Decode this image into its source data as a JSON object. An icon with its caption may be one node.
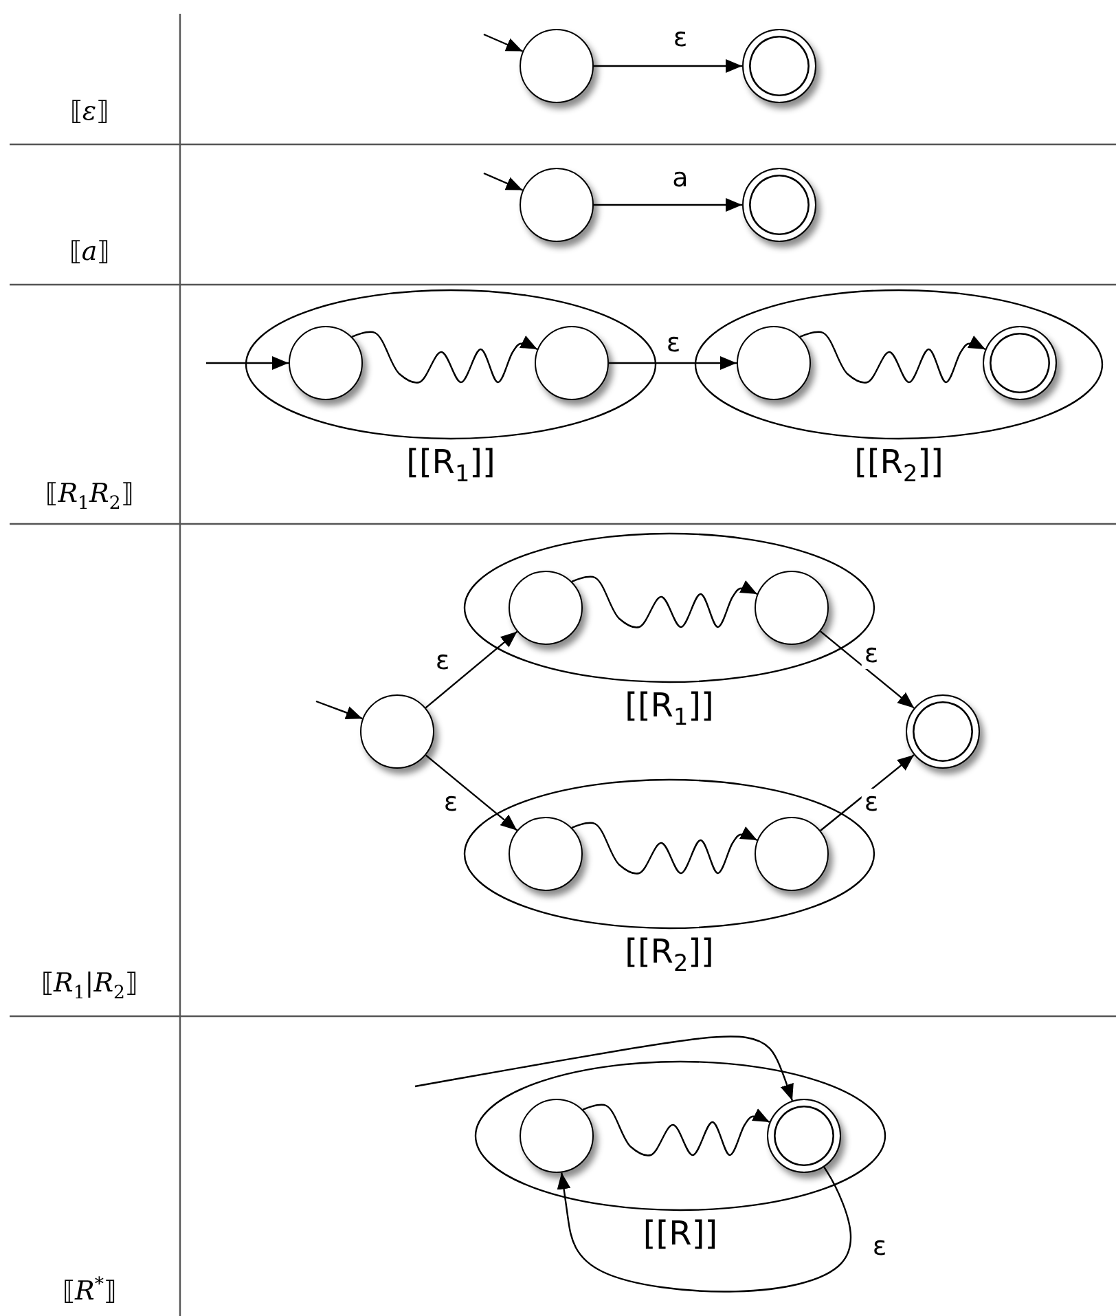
{
  "diagram": {
    "nodes": [
      {
        "text": [],
        "shape": "circle"
      },
      {
        "text": [],
        "shape": "ring"
      },
      {
        "text": [],
        "shape": "circle"
      },
      {
        "text": [],
        "shape": "ring"
      },
      {
        "text": [
          "[[R$_{1}$]]"
        ]
      },
      {
        "text": [],
        "shape": "circle",
        "in": 4
      },
      {
        "text": [],
        "shape": "circle",
        "in": 4
      },
      {
        "text": [
          "[[R$_{2}$]]"
        ]
      },
      {
        "text": [],
        "shape": "circle",
        "in": 7
      },
      {
        "text": [],
        "shape": "ring",
        "in": 7
      },
      {
        "text": [
          "[[R$_{1}$]]"
        ]
      },
      {
        "text": [],
        "shape": "circle",
        "in": 10
      },
      {
        "text": [],
        "shape": "circle",
        "in": 10
      },
      {
        "text": [],
        "shape": "circle"
      },
      {
        "text": [],
        "shape": "ring"
      },
      {
        "text": [
          "[[R$_{2}$]]"
        ]
      },
      {
        "text": [],
        "shape": "circle",
        "in": 15
      },
      {
        "text": [],
        "shape": "circle",
        "in": 15
      },
      {
        "text": [
          "[[R]]"
        ]
      },
      {
        "text": [],
        "shape": "circle",
        "in": 18
      },
      {
        "text": [],
        "shape": "ring",
        "in": 18
      }
    ],
    "edges": [
      {
        "from": null,
        "to": 0,
        "arrow": "to"
      },
      {
        "from": 0,
        "to": 1,
        "arrow": "to",
        "label": "ε"
      },
      {
        "from": null,
        "to": 2,
        "arrow": "to"
      },
      {
        "from": 2,
        "to": 3,
        "arrow": "to",
        "label": "a"
      },
      {
        "from": null,
        "to": 5,
        "arrow": "to"
      },
      {
        "from": 5,
        "to": 6,
        "arrow": "to"
      },
      {
        "from": 6,
        "to": 8,
        "arrow": "to",
        "label": "ε"
      },
      {
        "from": 8,
        "to": 9,
        "arrow": "to"
      },
      {
        "from": null,
        "to": 13,
        "arrow": "to"
      },
      {
        "from": 13,
        "to": 11,
        "arrow": "to",
        "label": "ε"
      },
      {
        "from": 11,
        "to": 12,
        "arrow": "to"
      },
      {
        "from": 12,
        "to": 14,
        "arrow": "to",
        "label": "ε"
      },
      {
        "from": 13,
        "to": 16,
        "arrow": "to",
        "label": "ε"
      },
      {
        "from": 16,
        "to": 17,
        "arrow": "to"
      },
      {
        "from": 17,
        "to": 14,
        "arrow": "to",
        "label": "ε"
      },
      {
        "from": null,
        "to": 20,
        "arrow": "to"
      },
      {
        "from": 19,
        "to": 20,
        "arrow": "to"
      },
      {
        "from": 20,
        "to": 19,
        "arrow": "to",
        "label": "ε"
      }
    ],
    "labels": [
      "⟦*ε*⟧",
      "⟦*a*⟧",
      "⟦*R*$_{1}$*R*$_{2}$⟧",
      "⟦*R*$_{1}$|*R*$_{2}$⟧",
      "⟦*R*$^{*}$⟧"
    ]
  }
}
